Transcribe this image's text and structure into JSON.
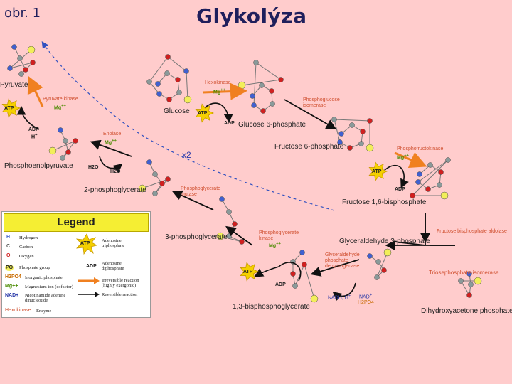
{
  "slide": {
    "label": "obr. 1",
    "title": "Glykolýza"
  },
  "molecules": {
    "glucose": "Glucose",
    "glucose_6_phosphate": "Glucose 6-phosphate",
    "fructose_6_phosphate": "Fructose 6-phosphate",
    "fructose_1_6_bisphosphate": "Fructose 1,6-bisphosphate",
    "glyceraldehyde_3_phosphate": "Glyceraldehyde 3-phosphate",
    "dihydroxyacetone_phosphate": "Dihydroxyacetone phosphate",
    "bisphosphoglycerate_1_3": "1,3-bisphosphoglycerate",
    "phosphoglycerate_3": "3-phosphoglycerate",
    "phosphoglycerate_2": "2-phosphoglycerate",
    "phosphoenolpyruvate": "Phosphoenolpyruvate",
    "pyruvate": "Pyruvate"
  },
  "enzymes": {
    "hexokinase": "Hexokinase",
    "phosphoglucose_isomerase": "Phosphoglucose isomerase",
    "phosphofructokinase": "Phosphofructokinase",
    "fructose_bisphosphate_aldolase": "Fructose bisphosphate aldolase",
    "triosephosphate_isomerase": "Triosephosphate isomerase",
    "gapdh": "Glyceraldehyde phosphate dehydrogenase",
    "phosphoglycerate_kinase": "Phosphoglycerate kinase",
    "phosphoglycerate_mutase": "Phosphoglycerate mutase",
    "enolase": "Enolase",
    "pyruvate_kinase": "Pyruvate kinase"
  },
  "cofactors": {
    "atp": "ATP",
    "adp": "ADP",
    "mg": "Mg",
    "mg_charge": "++",
    "h2o": "H2O",
    "nad": "NAD",
    "nad_charge": "+",
    "nadh": "NADH, H",
    "nadh_charge": "+",
    "pi": "H2PO4",
    "h_plus": "H",
    "h_plus_charge": "+"
  },
  "multiplier": "x2",
  "legend": {
    "title": "Legend",
    "items": [
      {
        "key": "hydrogen",
        "symbol": "H",
        "label": "Hydrogen"
      },
      {
        "key": "carbon",
        "symbol": "C",
        "label": "Carbon"
      },
      {
        "key": "oxygen",
        "symbol": "O",
        "label": "Oxygen"
      },
      {
        "key": "phosphate",
        "symbol": "PO",
        "label": "Phosphate group"
      },
      {
        "key": "pi",
        "symbol": "H2PO4",
        "label": "Inorganic phosphate"
      },
      {
        "key": "mg",
        "symbol": "Mg++",
        "label": "Magnesium ion (cofactor)"
      },
      {
        "key": "nad",
        "symbol": "NAD+",
        "label": "Nicotinamide adenine dinucleotide"
      },
      {
        "key": "enzyme",
        "symbol": "Hexokinase",
        "label": "Enzyme"
      },
      {
        "key": "atp",
        "symbol": "ATP",
        "label": "Adenosine triphosphate"
      },
      {
        "key": "adp",
        "symbol": "ADP",
        "label": "Adenosine diphosphate"
      },
      {
        "key": "irreversible",
        "symbol": "",
        "label": "Irreversible reaction (highly exergonic)"
      },
      {
        "key": "reversible",
        "symbol": "",
        "label": "Reversible reaction"
      }
    ]
  },
  "colors": {
    "background": "#ffcccc",
    "title": "#1f1f5c",
    "enzyme": "#d05030",
    "mg": "#4a8a00",
    "irreversible_arrow": "#f08020",
    "nad": "#2b3aa8",
    "pi": "#c86b00",
    "hydrogen": "#4060d0",
    "carbon": "#8a9a9a",
    "oxygen": "#d02020",
    "phosphate": "#f2ee5a",
    "atp": "#f5d000"
  }
}
